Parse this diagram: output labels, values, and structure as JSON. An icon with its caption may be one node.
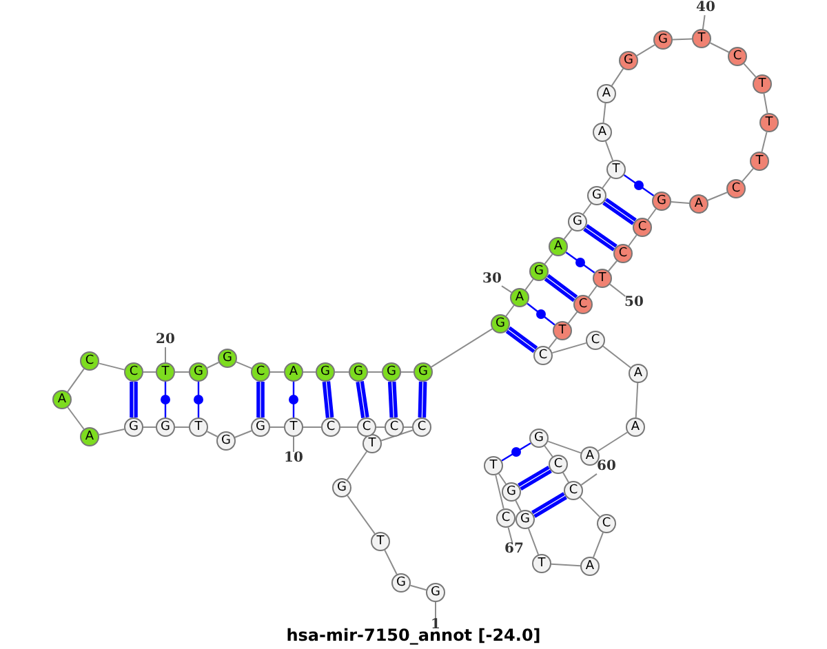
{
  "diagram": {
    "caption": "hsa-mir-7150_annot [-24.0]",
    "nodes": [
      {
        "text": [
          "G"
        ]
      },
      {
        "text": [
          "G"
        ]
      },
      {
        "text": [
          "T"
        ]
      },
      {
        "text": [
          "G"
        ]
      },
      {
        "text": [
          "T"
        ]
      },
      {
        "text": [
          "C"
        ]
      },
      {
        "text": [
          "C"
        ]
      },
      {
        "text": [
          "C"
        ]
      },
      {
        "text": [
          "C"
        ]
      },
      {
        "text": [
          "T"
        ]
      },
      {
        "text": [
          "G"
        ]
      },
      {
        "text": [
          "G"
        ]
      },
      {
        "text": [
          "T"
        ]
      },
      {
        "text": [
          "G"
        ]
      },
      {
        "text": [
          "G"
        ]
      },
      {
        "text": [
          "A"
        ]
      },
      {
        "text": [
          "A"
        ]
      },
      {
        "text": [
          "C"
        ]
      },
      {
        "text": [
          "C"
        ]
      },
      {
        "text": [
          "T"
        ]
      },
      {
        "text": [
          "G"
        ]
      },
      {
        "text": [
          "G"
        ]
      },
      {
        "text": [
          "C"
        ]
      },
      {
        "text": [
          "A"
        ]
      },
      {
        "text": [
          "G"
        ]
      },
      {
        "text": [
          "G"
        ]
      },
      {
        "text": [
          "G"
        ]
      },
      {
        "text": [
          "G"
        ]
      },
      {
        "text": [
          "G"
        ]
      },
      {
        "text": [
          "A"
        ]
      },
      {
        "text": [
          "G"
        ]
      },
      {
        "text": [
          "A"
        ]
      },
      {
        "text": [
          "G"
        ]
      },
      {
        "text": [
          "G"
        ]
      },
      {
        "text": [
          "T"
        ]
      },
      {
        "text": [
          "A"
        ]
      },
      {
        "text": [
          "A"
        ]
      },
      {
        "text": [
          "G"
        ]
      },
      {
        "text": [
          "G"
        ]
      },
      {
        "text": [
          "T"
        ]
      },
      {
        "text": [
          "C"
        ]
      },
      {
        "text": [
          "T"
        ]
      },
      {
        "text": [
          "T"
        ]
      },
      {
        "text": [
          "T"
        ]
      },
      {
        "text": [
          "C"
        ]
      },
      {
        "text": [
          "A"
        ]
      },
      {
        "text": [
          "G"
        ]
      },
      {
        "text": [
          "C"
        ]
      },
      {
        "text": [
          "C"
        ]
      },
      {
        "text": [
          "T"
        ]
      },
      {
        "text": [
          "C"
        ]
      },
      {
        "text": [
          "T"
        ]
      },
      {
        "text": [
          "C"
        ]
      },
      {
        "text": [
          "C"
        ]
      },
      {
        "text": [
          "A"
        ]
      },
      {
        "text": [
          "A"
        ]
      },
      {
        "text": [
          "A"
        ]
      },
      {
        "text": [
          "G"
        ]
      },
      {
        "text": [
          "C"
        ]
      },
      {
        "text": [
          "C"
        ]
      },
      {
        "text": [
          "C"
        ]
      },
      {
        "text": [
          "A"
        ]
      },
      {
        "text": [
          "T"
        ]
      },
      {
        "text": [
          "G"
        ]
      },
      {
        "text": [
          "G"
        ]
      },
      {
        "text": [
          "T"
        ]
      },
      {
        "text": [
          "C"
        ]
      },
      {
        "text": [
          "1"
        ]
      },
      {
        "text": [
          "10"
        ]
      },
      {
        "text": [
          "20"
        ]
      },
      {
        "text": [
          "30"
        ]
      },
      {
        "text": [
          "40"
        ]
      },
      {
        "text": [
          "50"
        ]
      },
      {
        "text": [
          "60"
        ]
      },
      {
        "text": [
          "67"
        ]
      }
    ],
    "edges": [
      {
        "from": 0,
        "to": 1,
        "arrow": "none"
      },
      {
        "from": 1,
        "to": 2,
        "arrow": "none"
      },
      {
        "from": 2,
        "to": 3,
        "arrow": "none"
      },
      {
        "from": 3,
        "to": 4,
        "arrow": "none"
      },
      {
        "from": 4,
        "to": 5,
        "arrow": "none"
      },
      {
        "from": 5,
        "to": 6,
        "arrow": "none"
      },
      {
        "from": 6,
        "to": 7,
        "arrow": "none"
      },
      {
        "from": 7,
        "to": 8,
        "arrow": "none"
      },
      {
        "from": 8,
        "to": 9,
        "arrow": "none"
      },
      {
        "from": 9,
        "to": 10,
        "arrow": "none"
      },
      {
        "from": 10,
        "to": 11,
        "arrow": "none"
      },
      {
        "from": 11,
        "to": 12,
        "arrow": "none"
      },
      {
        "from": 12,
        "to": 13,
        "arrow": "none"
      },
      {
        "from": 13,
        "to": 14,
        "arrow": "none"
      },
      {
        "from": 14,
        "to": 15,
        "arrow": "none"
      },
      {
        "from": 15,
        "to": 16,
        "arrow": "none"
      },
      {
        "from": 16,
        "to": 17,
        "arrow": "none"
      },
      {
        "from": 17,
        "to": 18,
        "arrow": "none"
      },
      {
        "from": 18,
        "to": 19,
        "arrow": "none"
      },
      {
        "from": 19,
        "to": 20,
        "arrow": "none"
      },
      {
        "from": 20,
        "to": 21,
        "arrow": "none"
      },
      {
        "from": 21,
        "to": 22,
        "arrow": "none"
      },
      {
        "from": 22,
        "to": 23,
        "arrow": "none"
      },
      {
        "from": 23,
        "to": 24,
        "arrow": "none"
      },
      {
        "from": 24,
        "to": 25,
        "arrow": "none"
      },
      {
        "from": 25,
        "to": 26,
        "arrow": "none"
      },
      {
        "from": 26,
        "to": 27,
        "arrow": "none"
      },
      {
        "from": 27,
        "to": 28,
        "arrow": "none"
      },
      {
        "from": 28,
        "to": 29,
        "arrow": "none"
      },
      {
        "from": 29,
        "to": 30,
        "arrow": "none"
      },
      {
        "from": 30,
        "to": 31,
        "arrow": "none"
      },
      {
        "from": 31,
        "to": 32,
        "arrow": "none"
      },
      {
        "from": 32,
        "to": 33,
        "arrow": "none"
      },
      {
        "from": 33,
        "to": 34,
        "arrow": "none"
      },
      {
        "from": 34,
        "to": 35,
        "arrow": "none"
      },
      {
        "from": 35,
        "to": 36,
        "arrow": "none"
      },
      {
        "from": 36,
        "to": 37,
        "arrow": "none"
      },
      {
        "from": 37,
        "to": 38,
        "arrow": "none"
      },
      {
        "from": 38,
        "to": 39,
        "arrow": "none"
      },
      {
        "from": 39,
        "to": 40,
        "arrow": "none"
      },
      {
        "from": 40,
        "to": 41,
        "arrow": "none"
      },
      {
        "from": 41,
        "to": 42,
        "arrow": "none"
      },
      {
        "from": 42,
        "to": 43,
        "arrow": "none"
      },
      {
        "from": 43,
        "to": 44,
        "arrow": "none"
      },
      {
        "from": 44,
        "to": 45,
        "arrow": "none"
      },
      {
        "from": 45,
        "to": 46,
        "arrow": "none"
      },
      {
        "from": 46,
        "to": 47,
        "arrow": "none"
      },
      {
        "from": 47,
        "to": 48,
        "arrow": "none"
      },
      {
        "from": 48,
        "to": 49,
        "arrow": "none"
      },
      {
        "from": 49,
        "to": 50,
        "arrow": "none"
      },
      {
        "from": 50,
        "to": 51,
        "arrow": "none"
      },
      {
        "from": 51,
        "to": 52,
        "arrow": "none"
      },
      {
        "from": 52,
        "to": 53,
        "arrow": "none"
      },
      {
        "from": 53,
        "to": 54,
        "arrow": "none"
      },
      {
        "from": 54,
        "to": 55,
        "arrow": "none"
      },
      {
        "from": 55,
        "to": 56,
        "arrow": "none"
      },
      {
        "from": 56,
        "to": 57,
        "arrow": "none"
      },
      {
        "from": 57,
        "to": 58,
        "arrow": "none"
      },
      {
        "from": 58,
        "to": 59,
        "arrow": "none"
      },
      {
        "from": 59,
        "to": 60,
        "arrow": "none"
      },
      {
        "from": 60,
        "to": 61,
        "arrow": "none"
      },
      {
        "from": 61,
        "to": 62,
        "arrow": "none"
      },
      {
        "from": 62,
        "to": 63,
        "arrow": "none"
      },
      {
        "from": 63,
        "to": 64,
        "arrow": "none"
      },
      {
        "from": 64,
        "to": 65,
        "arrow": "none"
      },
      {
        "from": 65,
        "to": 66,
        "arrow": "none"
      },
      {
        "from": 5,
        "to": 27,
        "arrow": "none",
        "style": "thick",
        "color": "#0000ff"
      },
      {
        "from": 6,
        "to": 26,
        "arrow": "none",
        "style": "thick",
        "color": "#0000ff"
      },
      {
        "from": 7,
        "to": 25,
        "arrow": "none",
        "style": "thick",
        "color": "#0000ff"
      },
      {
        "from": 8,
        "to": 24,
        "arrow": "none",
        "style": "thick",
        "color": "#0000ff"
      },
      {
        "from": 9,
        "to": 23,
        "arrow": "none",
        "color": "#0000ff"
      },
      {
        "from": 10,
        "to": 22,
        "arrow": "none",
        "style": "thick",
        "color": "#0000ff"
      },
      {
        "from": 12,
        "to": 20,
        "arrow": "none",
        "color": "#0000ff"
      },
      {
        "from": 13,
        "to": 19,
        "arrow": "none",
        "color": "#0000ff"
      },
      {
        "from": 14,
        "to": 18,
        "arrow": "none",
        "style": "thick",
        "color": "#0000ff"
      },
      {
        "from": 28,
        "to": 52,
        "arrow": "none",
        "style": "thick",
        "color": "#0000ff"
      },
      {
        "from": 29,
        "to": 51,
        "arrow": "none",
        "color": "#0000ff"
      },
      {
        "from": 30,
        "to": 50,
        "arrow": "none",
        "style": "thick",
        "color": "#0000ff"
      },
      {
        "from": 31,
        "to": 49,
        "arrow": "none",
        "color": "#0000ff"
      },
      {
        "from": 32,
        "to": 48,
        "arrow": "none",
        "style": "thick",
        "color": "#0000ff"
      },
      {
        "from": 33,
        "to": 47,
        "arrow": "none",
        "style": "thick",
        "color": "#0000ff"
      },
      {
        "from": 34,
        "to": 46,
        "arrow": "none",
        "color": "#0000ff"
      },
      {
        "from": 57,
        "to": 65,
        "arrow": "none",
        "color": "#0000ff"
      },
      {
        "from": 58,
        "to": 64,
        "arrow": "none",
        "style": "thick",
        "color": "#0000ff"
      },
      {
        "from": 59,
        "to": 63,
        "arrow": "none",
        "style": "thick",
        "color": "#0000ff"
      },
      {
        "from": 67,
        "to": 0,
        "arrow": "none"
      },
      {
        "from": 68,
        "to": 9,
        "arrow": "none"
      },
      {
        "from": 69,
        "to": 19,
        "arrow": "none"
      },
      {
        "from": 70,
        "to": 29,
        "arrow": "none"
      },
      {
        "from": 71,
        "to": 39,
        "arrow": "none"
      },
      {
        "from": 72,
        "to": 49,
        "arrow": "none"
      },
      {
        "from": 73,
        "to": 59,
        "arrow": "none"
      },
      {
        "from": 74,
        "to": 66,
        "arrow": "none"
      }
    ]
  }
}
